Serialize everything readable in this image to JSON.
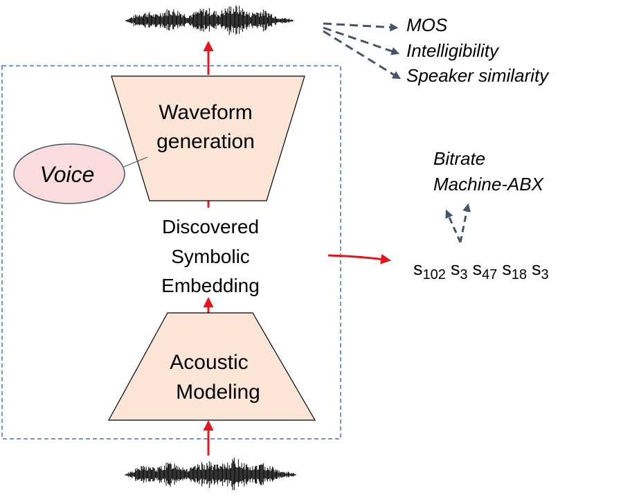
{
  "encoder": {
    "line1": "Acoustic",
    "line2": "Modeling",
    "fill": "#fbe5d6"
  },
  "decoder": {
    "line1": "Waveform",
    "line2": "generation",
    "fill": "#fbe5d6"
  },
  "embedding": {
    "line1": "Discovered",
    "line2": "Symbolic",
    "line3": "Embedding"
  },
  "voice": {
    "label": "Voice",
    "fill": "#fbdcdc"
  },
  "metrics_output": [
    "MOS",
    "Intelligibility",
    "Speaker similarity"
  ],
  "metrics_units": [
    "Bitrate",
    "Machine-ABX"
  ],
  "unit_sequence": [
    {
      "symbol": "s",
      "index": "102"
    },
    {
      "symbol": "s",
      "index": "3"
    },
    {
      "symbol": "s",
      "index": "47"
    },
    {
      "symbol": "s",
      "index": "18"
    },
    {
      "symbol": "s",
      "index": "3"
    }
  ],
  "colors": {
    "arrow_red": "#e8141b",
    "dashed_arrow": "#44546a",
    "box_border": "#4472c4",
    "shape_stroke": "#000000"
  }
}
